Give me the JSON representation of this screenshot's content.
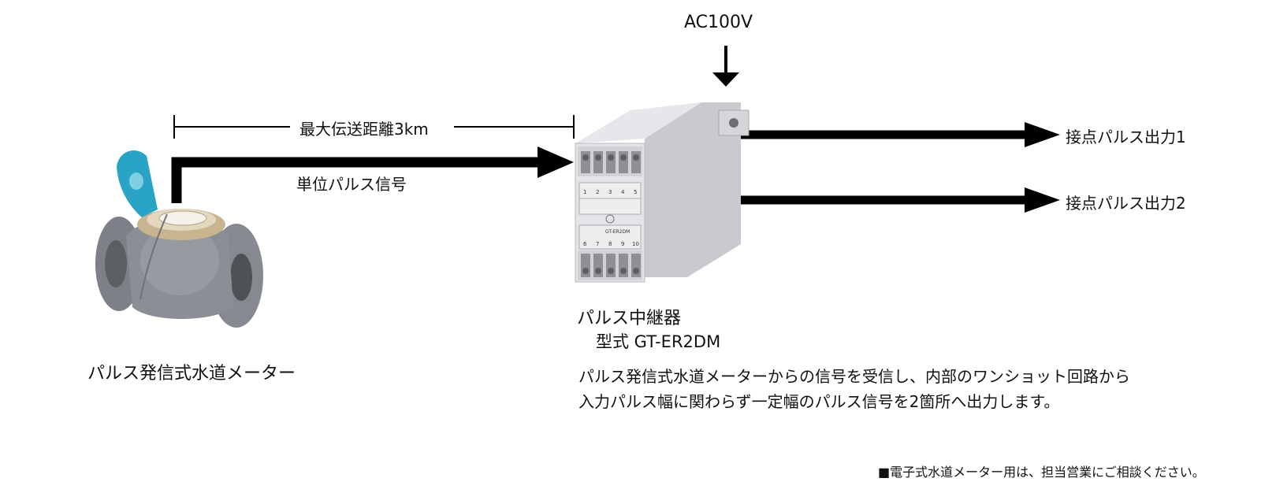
{
  "power": {
    "label": "AC100V"
  },
  "distance": {
    "label": "最大伝送距離3km"
  },
  "signal": {
    "label": "単位パルス信号"
  },
  "outputs": [
    {
      "label": "接点パルス出力1"
    },
    {
      "label": "接点パルス出力2"
    }
  ],
  "meter": {
    "caption": "パルス発信式水道メーター"
  },
  "relay": {
    "title": "パルス中継器",
    "model": "型式 GT-ER2DM",
    "description_line1": "パルス発信式水道メーターからの信号を受信し、内部のワンショット回路から",
    "description_line2": "入力パルス幅に関わらず一定幅のパルス信号を2箇所へ出力します。",
    "panel_label": "GT-ER2DM",
    "terminal_numbers_top": [
      "1",
      "2",
      "3",
      "4",
      "5"
    ],
    "terminal_numbers_bottom": [
      "6",
      "7",
      "8",
      "9",
      "10"
    ]
  },
  "footnote": "■電子式水道メーター用は、担当営業にご相談ください。",
  "colors": {
    "line": "#000000",
    "device_body": "#dcdde0",
    "meter_body": "#8a8d93",
    "meter_brass": "#c8b48e",
    "meter_lid": "#2aa4c6"
  }
}
